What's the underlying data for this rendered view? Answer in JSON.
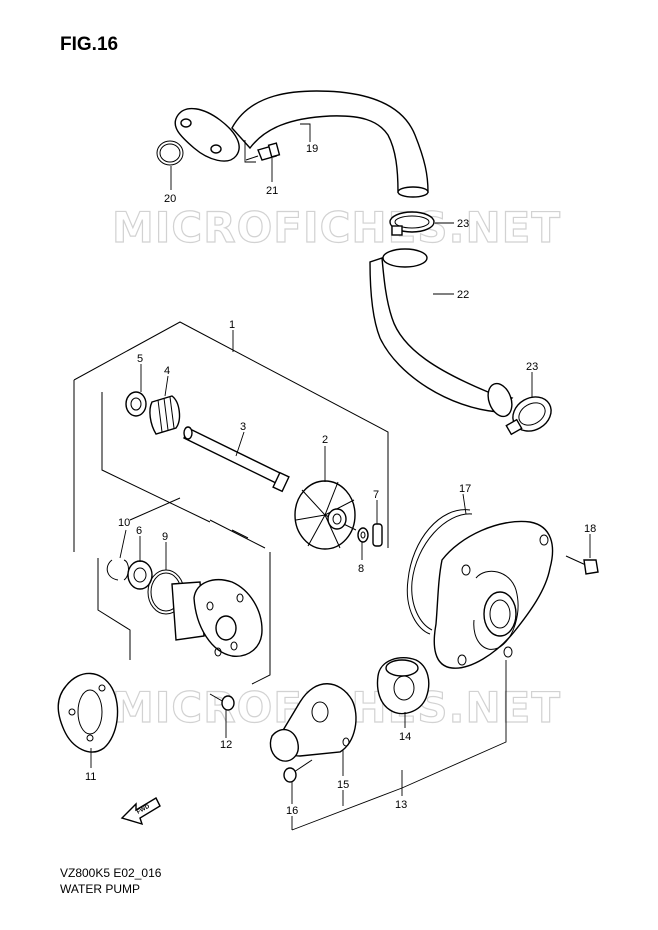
{
  "figure": {
    "label": "FIG.16"
  },
  "footer": {
    "model_code": "VZ800K5 E02_016",
    "section_title": "WATER PUMP"
  },
  "watermark": {
    "text": "MICROFICHES.NET"
  },
  "fwd_icon": {
    "text": "FWD"
  },
  "callouts": {
    "c1": "1",
    "c2": "2",
    "c3": "3",
    "c4": "4",
    "c5": "5",
    "c6": "6",
    "c7": "7",
    "c8": "8",
    "c9": "9",
    "c10": "10",
    "c11": "11",
    "c12": "12",
    "c13": "13",
    "c14": "14",
    "c15": "15",
    "c16": "16",
    "c17": "17",
    "c18": "18",
    "c19": "19",
    "c20": "20",
    "c21": "21",
    "c22": "22",
    "c23a": "23",
    "c23b": "23"
  }
}
